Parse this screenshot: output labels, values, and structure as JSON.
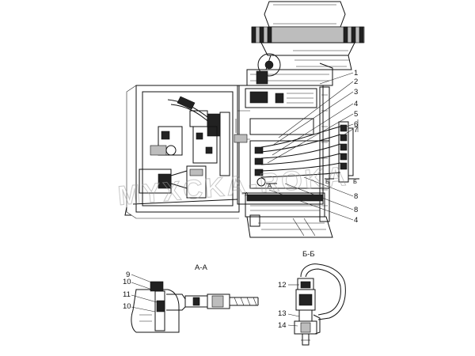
{
  "drawing": {
    "callouts_main": [
      "1",
      "2",
      "3",
      "4",
      "5",
      "6",
      "7",
      "8",
      "8",
      "4"
    ],
    "section_marks": {
      "a_upper": "А",
      "a_lower": "А",
      "b_right": "Б",
      "b_left": "Б"
    },
    "watermark": "MYXCKA-ROKA",
    "view_aa": {
      "title": "А-А",
      "callouts": [
        "9",
        "10",
        "11",
        "10"
      ]
    },
    "view_bb": {
      "title": "Б-Б",
      "callouts": [
        "12",
        "13",
        "14"
      ]
    }
  }
}
